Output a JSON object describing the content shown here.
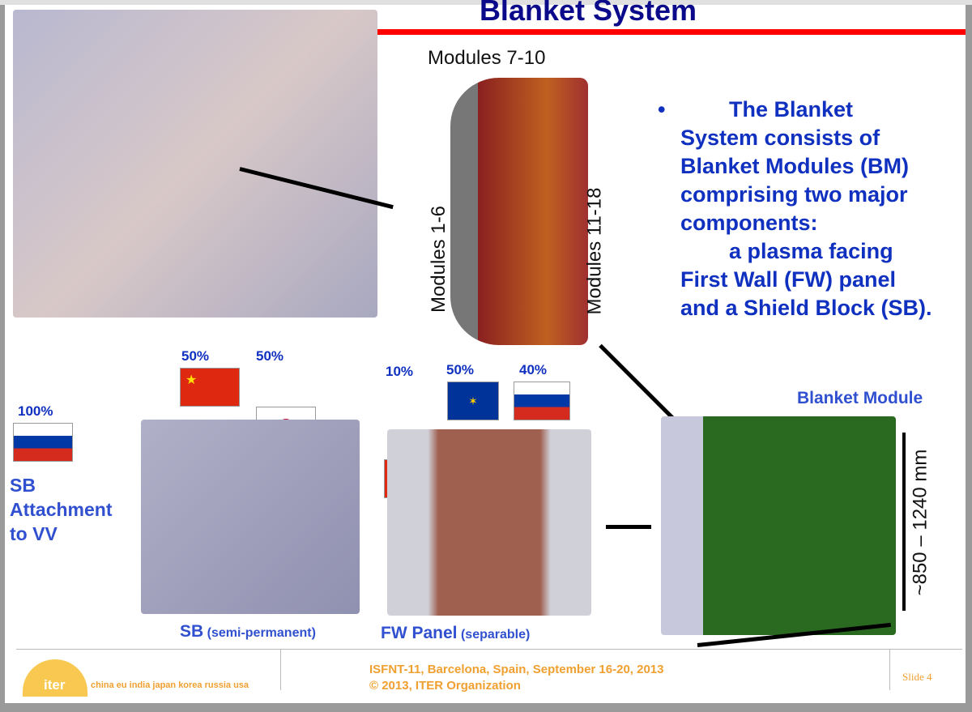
{
  "slide": {
    "title": "Blanket System",
    "labels": {
      "modules_7_10": "Modules 7-10",
      "modules_1_6": "Modules 1-6",
      "modules_11_18": "Modules 11-18"
    },
    "bullet": {
      "line1": "The Blanket System consists of Blanket Modules (BM) comprising two major components:",
      "line2": "a plasma facing First Wall (FW) panel and a Shield Block (SB)."
    },
    "sb_attachment": {
      "percent": "100%",
      "label": "SB Attachment to VV"
    },
    "sb": {
      "percents": [
        "50%",
        "50%"
      ],
      "label": "SB",
      "sub": "(semi-permanent)"
    },
    "fw": {
      "percents": [
        "10%",
        "50%",
        "40%"
      ],
      "label": "FW Panel",
      "sub": "(separable)"
    },
    "blanket_module": {
      "label": "Blanket Module",
      "dimension": "~850 – 1240 mm"
    },
    "footer": {
      "logo": "iter",
      "partners": "china eu india japan korea russia usa",
      "conference": "ISFNT-11, Barcelona, Spain, September 16-20, 2013",
      "copyright": "© 2013, ITER Organization",
      "slide_number": "Slide 4"
    }
  }
}
